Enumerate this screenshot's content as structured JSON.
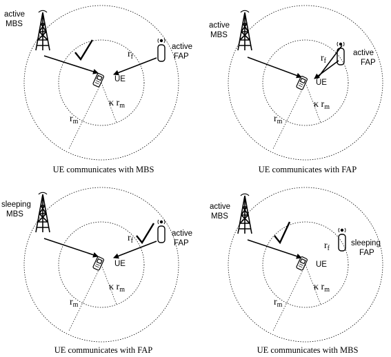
{
  "panels": [
    {
      "mbs": {
        "state": "active",
        "name": "MBS"
      },
      "fap": {
        "state": "active",
        "name": "FAP"
      },
      "ue": "UE",
      "rf": "r",
      "rf_sub": "f",
      "rm": "r",
      "rm_sub": "m",
      "kappa": "κ r",
      "kappa_sub": "m",
      "caption": "UE communicates with MBS",
      "check": "mbs"
    },
    {
      "mbs": {
        "state": "active",
        "name": "MBS"
      },
      "fap": {
        "state": "active",
        "name": "FAP"
      },
      "ue": "UE",
      "rf": "r",
      "rf_sub": "f",
      "rm": "r",
      "rm_sub": "m",
      "kappa": "κ r",
      "kappa_sub": "m",
      "caption": "UE communicates with FAP",
      "check": "none"
    },
    {
      "mbs": {
        "state": "sleeping",
        "name": "MBS"
      },
      "fap": {
        "state": "active",
        "name": "FAP"
      },
      "ue": "UE",
      "rf": "r",
      "rf_sub": "f",
      "rm": "r",
      "rm_sub": "m",
      "kappa": "κ r",
      "kappa_sub": "m",
      "caption": "UE communicates with FAP",
      "check": "fap"
    },
    {
      "mbs": {
        "state": "active",
        "name": "MBS"
      },
      "fap": {
        "state": "sleeping",
        "name": "FAP"
      },
      "ue": "UE",
      "rf": "r",
      "rf_sub": "f",
      "rm": "r",
      "rm_sub": "m",
      "kappa": "κ r",
      "kappa_sub": "m",
      "caption": "UE communicates with MBS",
      "check": "mbs"
    }
  ]
}
